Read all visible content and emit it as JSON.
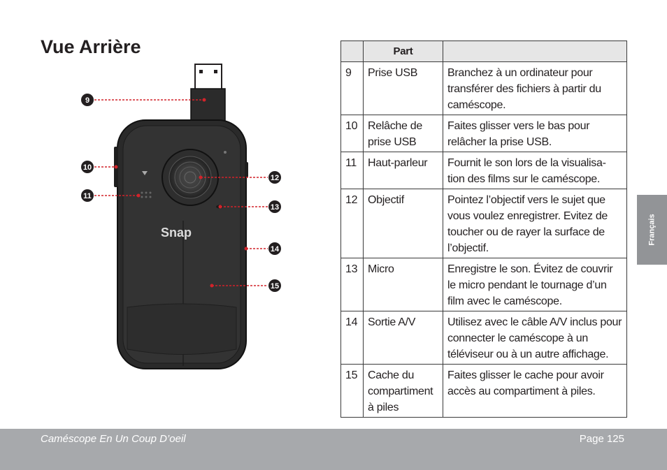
{
  "page": {
    "title": "Vue Arrière",
    "side_tab": "Français",
    "footer_left": "Caméscope En Un Coup D’oeil",
    "footer_right": "Page 125"
  },
  "figure": {
    "brand_logo": "Snap",
    "callouts": [
      "9",
      "10",
      "11",
      "12",
      "13",
      "14",
      "15"
    ]
  },
  "table": {
    "header": {
      "num": "",
      "part": "Part",
      "desc": ""
    },
    "rows": [
      {
        "num": "9",
        "part": "Prise USB",
        "desc": "Branchez à un ordinateur pour transférer des fichiers à partir du caméscope."
      },
      {
        "num": "10",
        "part": "Relâche de prise USB",
        "desc": "Faites glisser vers le bas pour relâcher la prise USB."
      },
      {
        "num": "11",
        "part": "Haut-parleur",
        "desc": "Fournit le son lors de la visualisa-tion des films sur le caméscope."
      },
      {
        "num": "12",
        "part": "Objectif",
        "desc": "Pointez l’objectif vers le sujet que vous voulez enregistrer. Evitez de toucher ou de rayer la surface de l’objectif."
      },
      {
        "num": "13",
        "part": "Micro",
        "desc": "Enregistre le son. Évitez de couvrir le micro pendant le tournage d’un film avec le caméscope."
      },
      {
        "num": "14",
        "part": "Sortie A/V",
        "desc": "Utilisez avec le câble A/V inclus pour connecter le caméscope à un téléviseur ou à un autre affichage."
      },
      {
        "num": "15",
        "part": "Cache du compartiment à piles",
        "desc": "Faites glisser le cache pour avoir accès au compartiment à piles."
      }
    ]
  },
  "colors": {
    "footer_bg": "#a7a9ac",
    "side_tab_bg": "#929497",
    "callout_line": "#d2232a",
    "header_bg": "#e6e6e6"
  }
}
